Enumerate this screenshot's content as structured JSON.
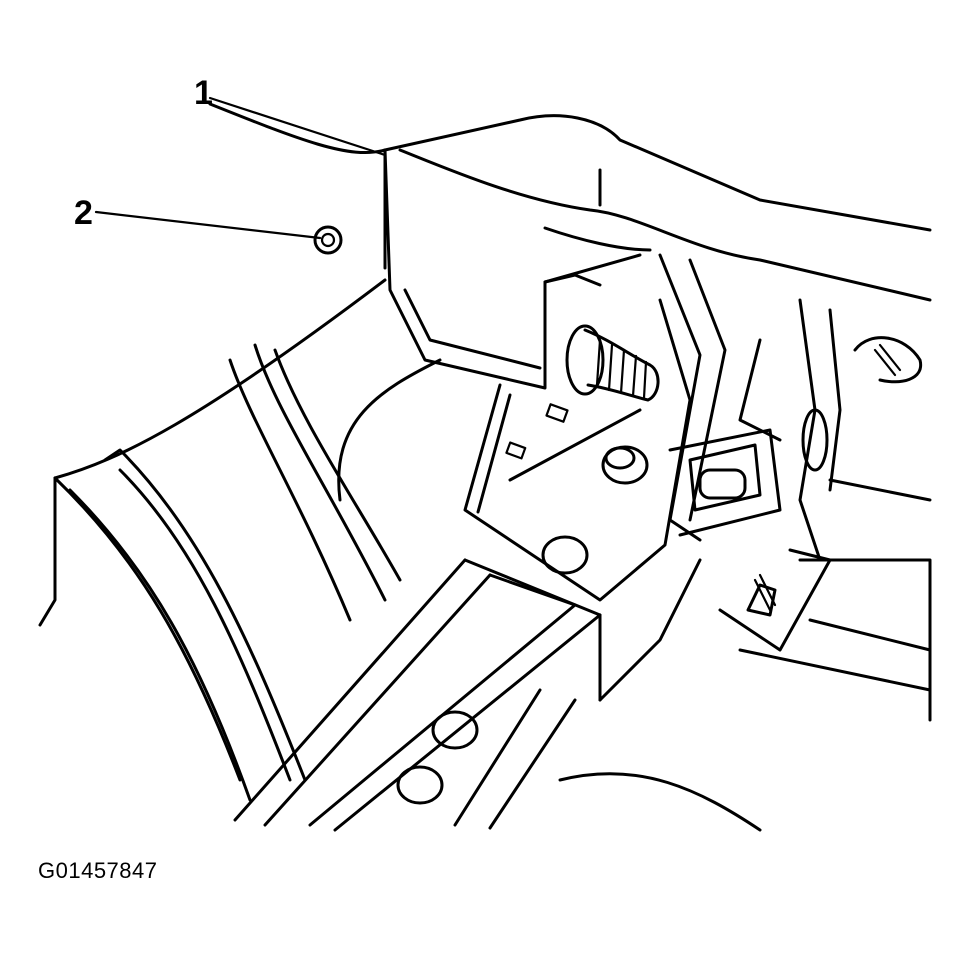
{
  "callouts": {
    "one": "1",
    "two": "2"
  },
  "figure_id": "G01457847",
  "colors": {
    "ink": "#000000",
    "paper": "#ffffff"
  }
}
